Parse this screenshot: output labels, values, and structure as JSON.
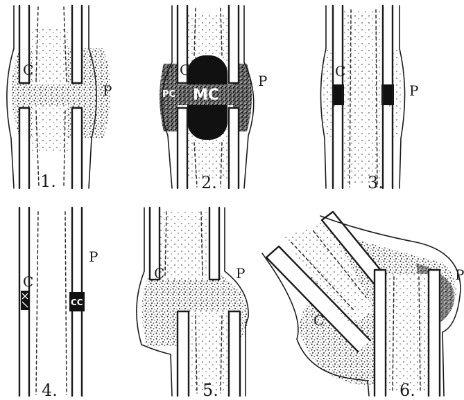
{
  "figure": {
    "panels": [
      {
        "number": "1.",
        "labels": {
          "C": "C",
          "P": "P"
        }
      },
      {
        "number": "2.",
        "labels": {
          "C": "C",
          "P": "P",
          "PC": "PC",
          "MC": "MC"
        }
      },
      {
        "number": "3.",
        "labels": {
          "C": "C",
          "P": "P"
        }
      },
      {
        "number": "4.",
        "labels": {
          "C": "C",
          "P": "P",
          "CC": "CC"
        }
      },
      {
        "number": "5.",
        "labels": {
          "C": "C",
          "P": "P"
        }
      },
      {
        "number": "6.",
        "labels": {
          "C": "C",
          "P": "P"
        }
      }
    ]
  },
  "colors": {
    "ink": "#1a1a1a",
    "callus_light": "#8a8a8a",
    "callus_dark": "#111111",
    "paper": "#ffffff"
  }
}
